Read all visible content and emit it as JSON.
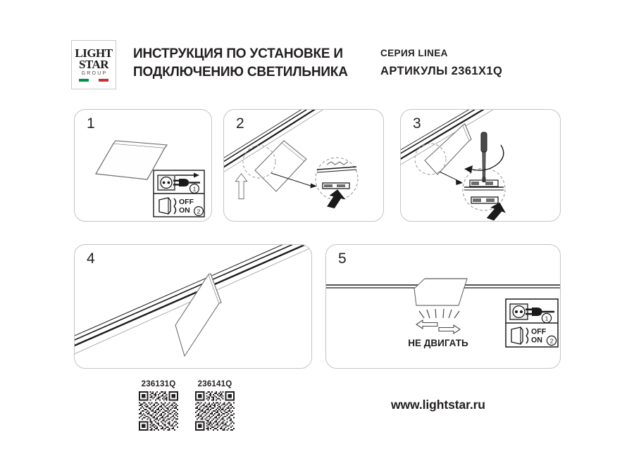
{
  "document": {
    "type": "installation-instruction-sheet",
    "language": "ru",
    "background_color": "#ffffff"
  },
  "header": {
    "logo": {
      "line1": "LIGHT",
      "line2": "STAR",
      "line3": "GROUP",
      "flag_colors": [
        "#009246",
        "#ffffff",
        "#ce2b37"
      ],
      "border_color": "#c9c9c9"
    },
    "title": "ИНСТРУКЦИЯ ПО УСТАНОВКЕ И ПОДКЛЮЧЕНИЮ СВЕТИЛЬНИКА",
    "series_label": "СЕРИЯ LINEA",
    "article_label": "АРТИКУЛЫ 2361X1Q"
  },
  "panels": [
    {
      "number": "1",
      "name": "unpack-and-power-off",
      "description": "Светильник распакован; отключить питание",
      "has_lamp": true,
      "has_track": false,
      "has_power_icons": true
    },
    {
      "number": "2",
      "name": "insert-into-track",
      "description": "Вставить светильник в шинопровод снизу вверх",
      "has_lamp": true,
      "has_track": true,
      "has_up_arrow": true,
      "has_detail_circle": true
    },
    {
      "number": "3",
      "name": "lock-with-screwdriver",
      "description": "Повернуть фиксатор отверткой",
      "has_lamp": true,
      "has_track": true,
      "has_screwdriver": true,
      "has_rotation_arrow": true,
      "has_detail_circle": true
    },
    {
      "number": "4",
      "name": "mounted-result",
      "description": "Светильник установлен на шинопроводе",
      "has_lamp": true,
      "has_track": true
    },
    {
      "number": "5",
      "name": "powered-on-do-not-move",
      "description": "Светильник включен; не двигать",
      "has_lamp": true,
      "has_track": true,
      "has_light_rays": true,
      "warning_text": "НЕ ДВИГАТЬ",
      "has_power_icons": true
    }
  ],
  "power_icon_box": {
    "step1_number": "1",
    "step1_name": "plug-into-socket",
    "step2_number": "2",
    "step2_off_label": "OFF",
    "step2_on_label": "ON",
    "step2_name": "switch-off-on"
  },
  "footer": {
    "qr_codes": [
      {
        "label": "236131Q"
      },
      {
        "label": "236141Q"
      }
    ],
    "website": "www.lightstar.ru"
  },
  "colors": {
    "ink": "#231f20",
    "panel_border": "#c4c4c4",
    "line_light": "#8a8a8a",
    "line_dark": "#1a1a1a",
    "flag_green": "#009246",
    "flag_red": "#ce2b37"
  }
}
